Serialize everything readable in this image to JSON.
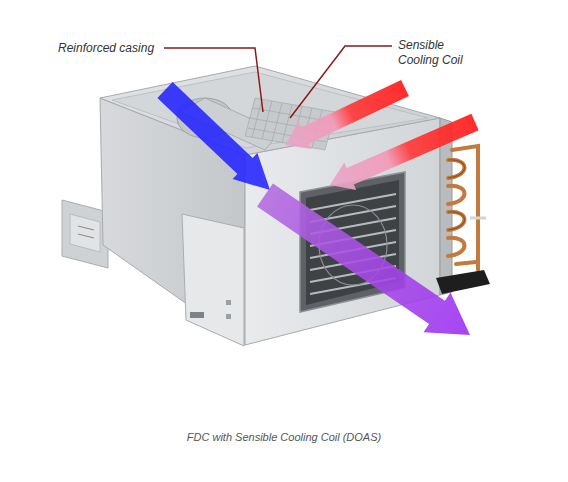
{
  "diagram": {
    "caption": "FDC with Sensible Cooling Coil (DOAS)",
    "labels": [
      "Reinforced casing",
      "Sensible Cooling Coil"
    ]
  }
}
